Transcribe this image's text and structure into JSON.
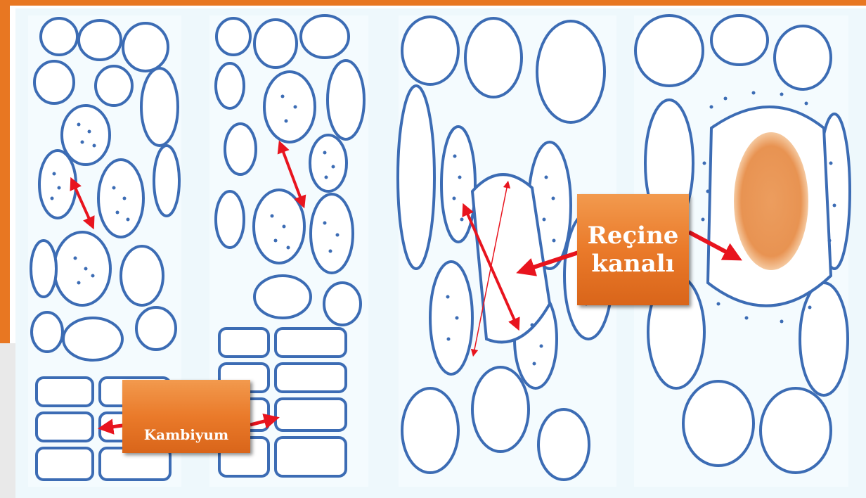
{
  "labels": {
    "cambium": "Kambiyum",
    "resin_line1": "Reçine",
    "resin_line2": "kanalı"
  },
  "colors": {
    "cell_walls": "#3c6cb4",
    "arrows": "#e8141e",
    "label_box": "#ea7a2a",
    "resin": "#e89a58",
    "background": "#eef8fc"
  }
}
